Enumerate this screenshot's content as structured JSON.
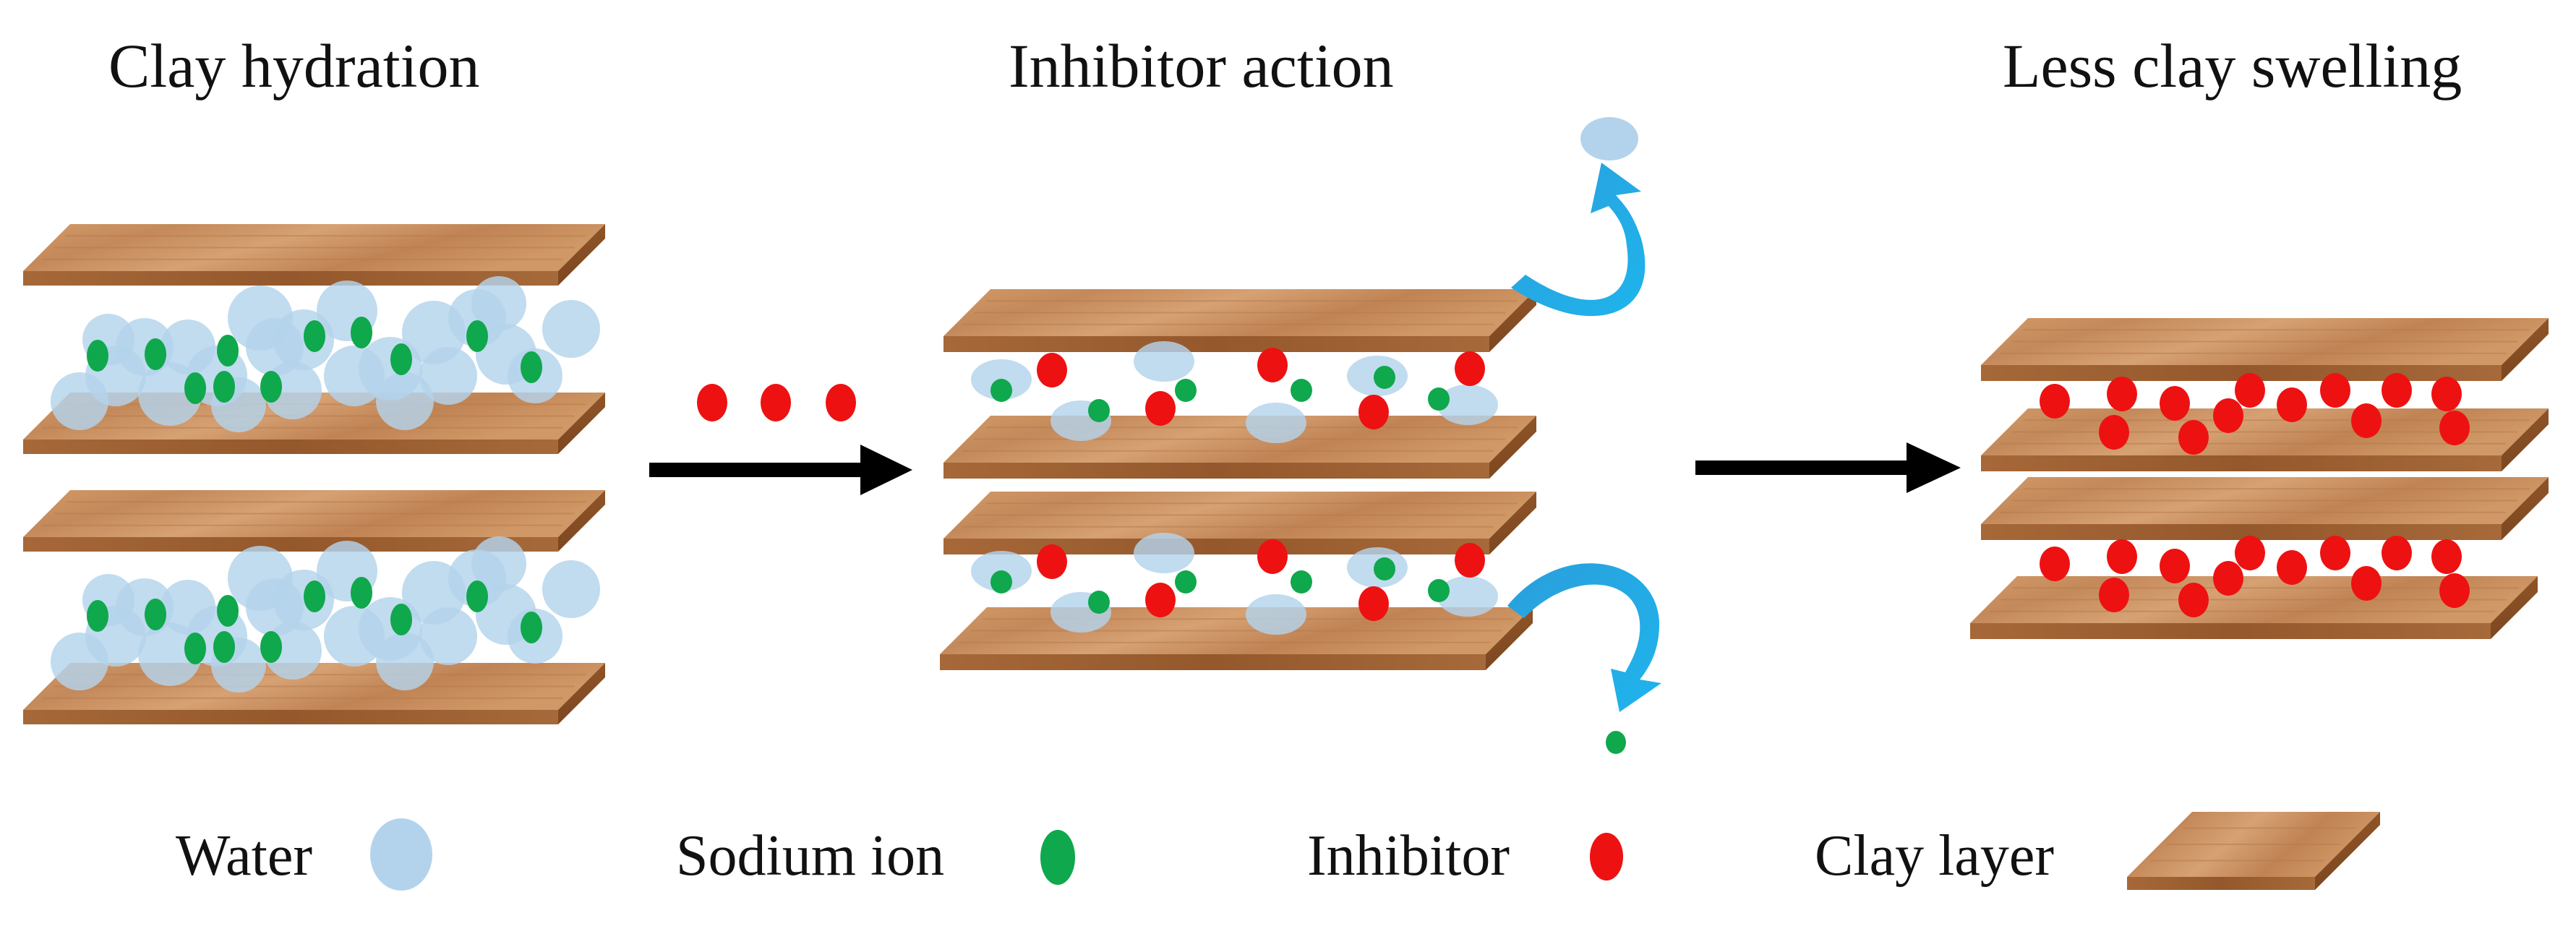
{
  "titles": {
    "step1": "Clay hydration",
    "step2": "Inhibitor action",
    "step3": "Less clay swelling"
  },
  "legend": {
    "water": "Water",
    "sodium": "Sodium ion",
    "inhibitor": "Inhibitor",
    "clay": "Clay layer"
  },
  "colors": {
    "water": "#b3d3ec",
    "sodium": "#0fa84c",
    "inhibitor": "#ee1111",
    "clay_top": "#c98f5e",
    "clay_side": "#9e6033",
    "arrow": "#000000",
    "exit_arrow": "#1ea6e0"
  },
  "icons": {
    "process_arrow": "right-arrow-icon",
    "exit_arrow": "curved-arrow-icon"
  }
}
